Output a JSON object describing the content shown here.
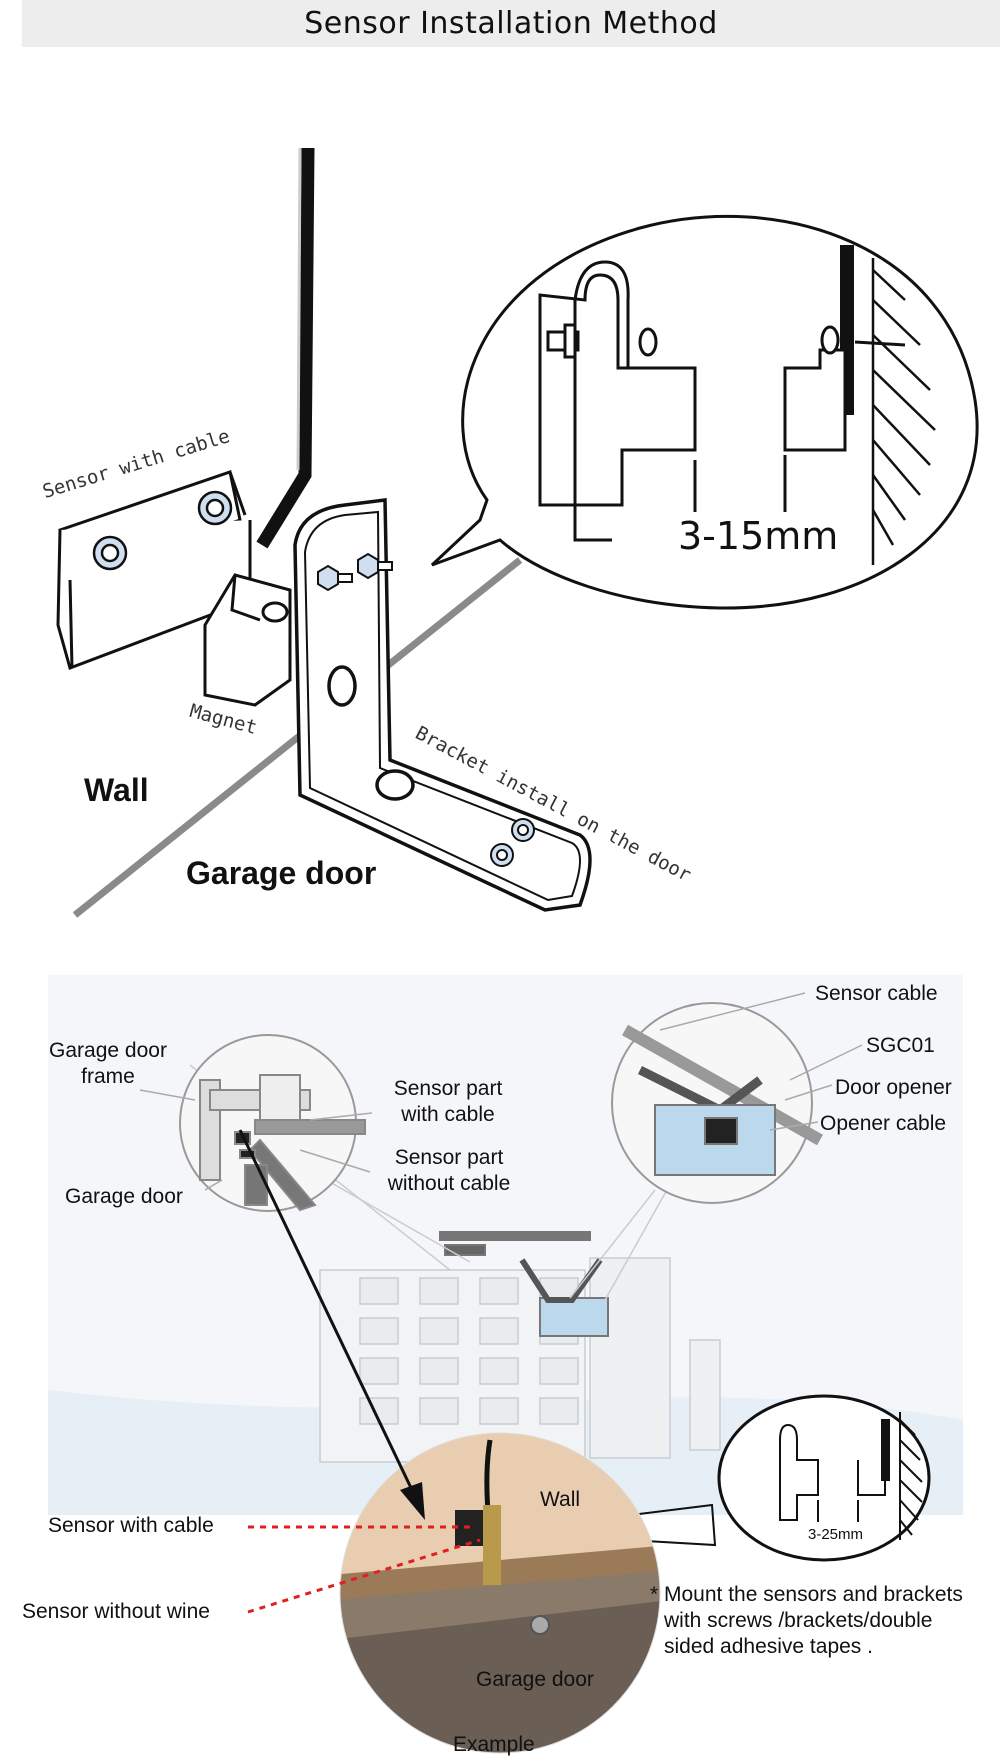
{
  "header": {
    "title": "Sensor Installation Method"
  },
  "top_diagram": {
    "sensor_with_cable": "Sensor with cable",
    "magnet": "Magnet",
    "bracket": "Bracket install on the door",
    "wall": "Wall",
    "garage_door": "Garage door",
    "gap": "3-15mm"
  },
  "bottom_diagram": {
    "garage_door_frame": "Garage door frame",
    "garage_door": "Garage door",
    "sensor_part_with_cable": "Sensor part with cable",
    "sensor_part_without_cable": "Sensor part without cable",
    "sensor_cable": "Sensor cable",
    "sgc01": "SGC01",
    "door_opener": "Door opener",
    "opener_cable": "Opener cable",
    "sensor_with_cable": "Sensor with cable",
    "sensor_without_wine": "Sensor without wine",
    "wall": "Wall",
    "garage_door_photo": "Garage door",
    "gap": "3-25mm",
    "example": "Example",
    "note_star": "*",
    "note": "Mount the sensors and brackets with screws /brackets/double sided adhesive tapes ."
  },
  "colors": {
    "title_bg": "#ededed",
    "dashed_red": "#e02020",
    "photo_wall": "#e8cdb0",
    "photo_floor": "#8a7a6a",
    "opener_blue": "#bcd8ec"
  }
}
